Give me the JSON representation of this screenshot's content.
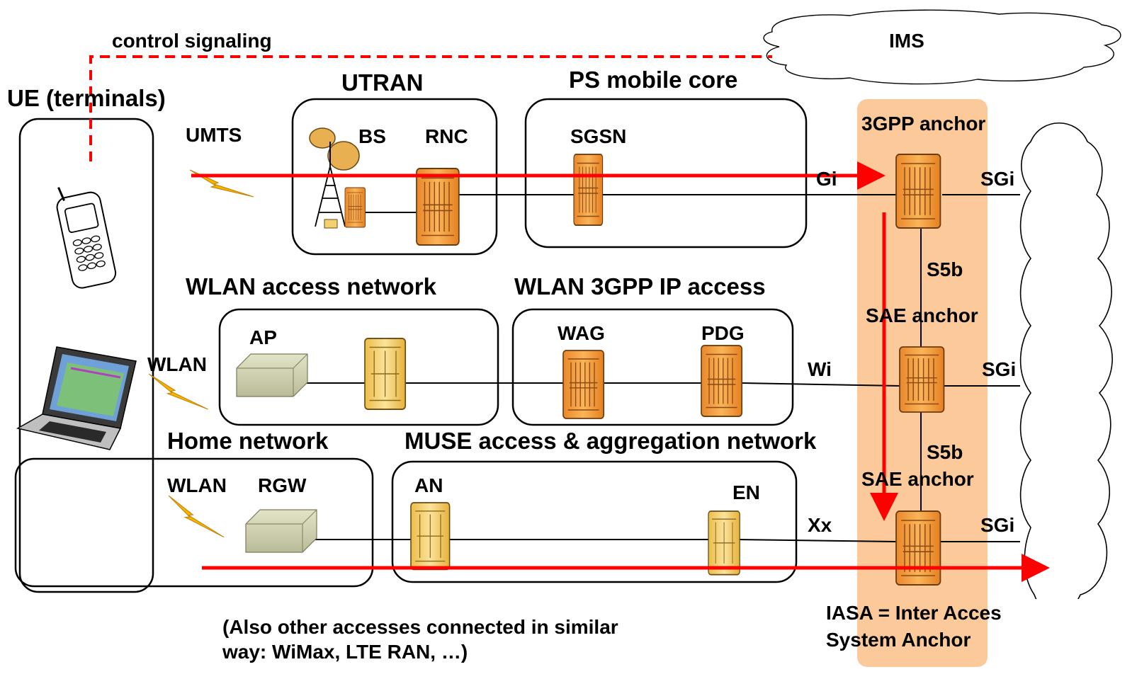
{
  "labels": {
    "control_signaling": "control signaling",
    "ims": "IMS",
    "ue": "UE (terminals)",
    "utran": "UTRAN",
    "ps_core": "PS mobile core",
    "umts": "UMTS",
    "bs": "BS",
    "rnc": "RNC",
    "sgsn": "SGSN",
    "anchor_3gpp": "3GPP anchor",
    "gi": "Gi",
    "sgi": "SGi",
    "s5b": "S5b",
    "wlan_access": "WLAN access network",
    "wlan_3gpp": "WLAN 3GPP IP access",
    "sae_anchor": "SAE anchor",
    "ap": "AP",
    "wag": "WAG",
    "pdg": "PDG",
    "wlan": "WLAN",
    "wi": "Wi",
    "home_network": "Home network",
    "muse": "MUSE access & aggregation network",
    "rgw": "RGW",
    "an": "AN",
    "en": "EN",
    "xx": "Xx",
    "note_line1": "(Also other accesses connected in similar",
    "note_line2": "way: WiMax, LTE RAN, …)",
    "iasa_line1": "IASA = Inter Acces",
    "iasa_line2": "System Anchor"
  },
  "colors": {
    "red_arrow": "#ff0000",
    "anchor_band": "#fbc99a",
    "orange_device": "#f7a13d",
    "yellow_device": "#f5d070",
    "beige_box": "#d7d8b8",
    "lightning": "#f5b400"
  }
}
